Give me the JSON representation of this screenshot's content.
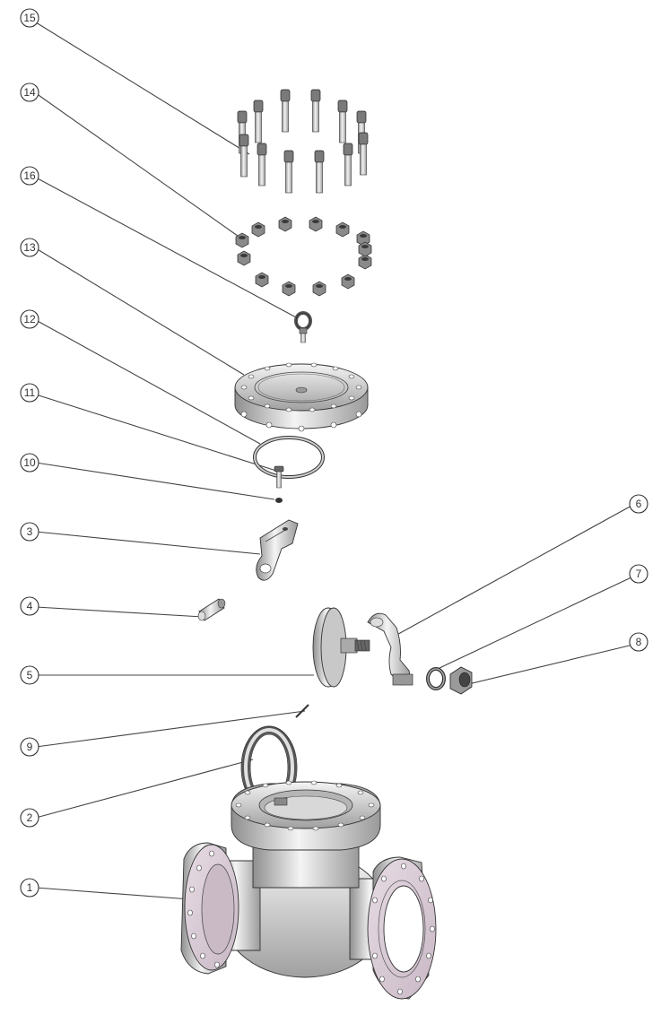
{
  "colors": {
    "steel_light": "#f2f2f2",
    "steel_mid": "#b8b8b8",
    "steel_dark": "#5a5a5a",
    "flange_face": "#d9cbd6",
    "outline": "#333333"
  },
  "balloons": [
    {
      "id": "b15",
      "label": "15"
    },
    {
      "id": "b14",
      "label": "14"
    },
    {
      "id": "b16",
      "label": "16"
    },
    {
      "id": "b13",
      "label": "13"
    },
    {
      "id": "b12",
      "label": "12"
    },
    {
      "id": "b11",
      "label": "11"
    },
    {
      "id": "b10",
      "label": "10"
    },
    {
      "id": "b3",
      "label": "3"
    },
    {
      "id": "b4",
      "label": "4"
    },
    {
      "id": "b5",
      "label": "5"
    },
    {
      "id": "b9",
      "label": "9"
    },
    {
      "id": "b2",
      "label": "2"
    },
    {
      "id": "b1",
      "label": "1"
    },
    {
      "id": "b6",
      "label": "6"
    },
    {
      "id": "b7",
      "label": "7"
    },
    {
      "id": "b8",
      "label": "8"
    }
  ]
}
